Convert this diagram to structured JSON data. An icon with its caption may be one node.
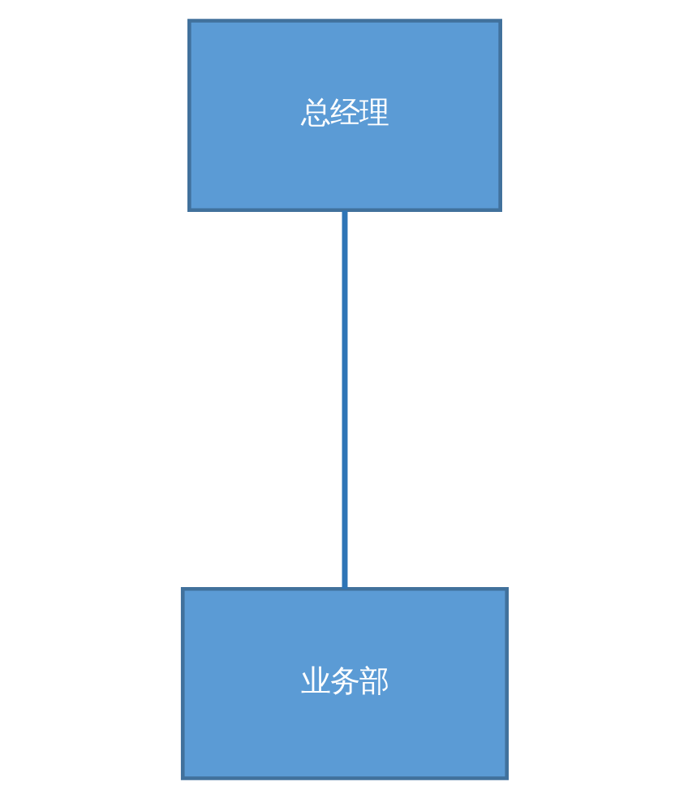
{
  "diagram": {
    "nodes": [
      {
        "text": [
          "总经理"
        ]
      },
      {
        "text": [
          "业务部"
        ]
      }
    ],
    "edges": [
      {
        "from": 0,
        "to": 1,
        "arrow": "none"
      }
    ]
  }
}
